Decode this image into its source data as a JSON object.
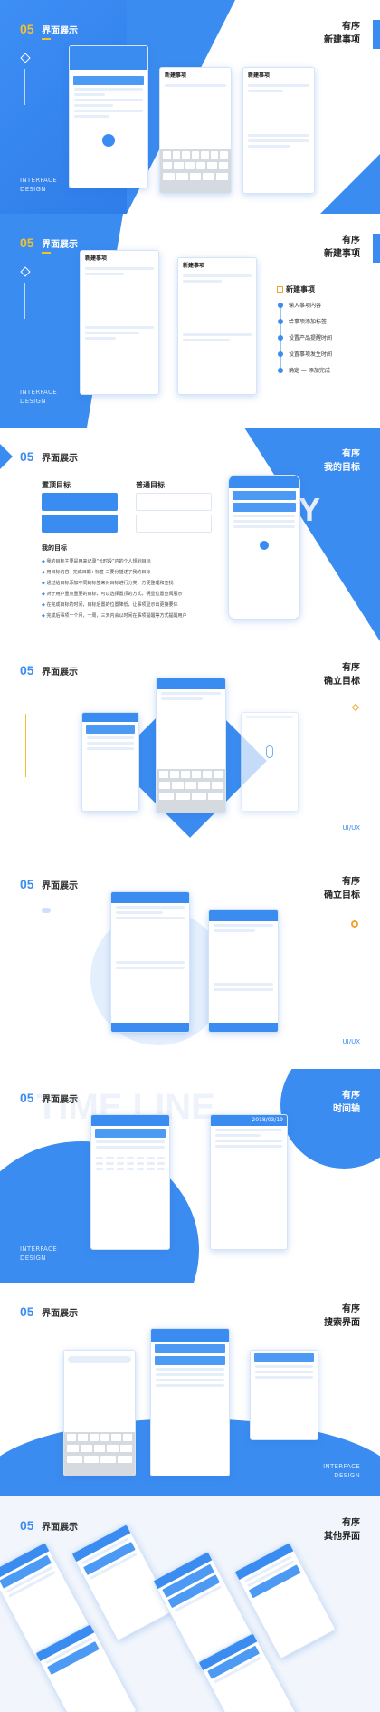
{
  "sections": [
    {
      "num": "05",
      "title": "界面展示",
      "right1": "有序",
      "right2": "新建事项",
      "iface1": "INTERFACE",
      "iface2": "DESIGN"
    },
    {
      "num": "05",
      "title": "界面展示",
      "right1": "有序",
      "right2": "新建事项",
      "iface1": "INTERFACE",
      "iface2": "DESIGN"
    },
    {
      "num": "05",
      "title": "界面展示",
      "right1": "有序",
      "right2": "我的目标",
      "iface1": "INTERFACE",
      "iface2": "DESIGN"
    },
    {
      "num": "05",
      "title": "界面展示",
      "right1": "有序",
      "right2": "确立目标",
      "tag": "UI/UX"
    },
    {
      "num": "05",
      "title": "界面展示",
      "right1": "有序",
      "right2": "确立目标",
      "tag": "UI/UX"
    },
    {
      "num": "05",
      "title": "界面展示",
      "right1": "有序",
      "right2": "时间轴",
      "iface1": "INTERFACE",
      "iface2": "DESIGN"
    },
    {
      "num": "05",
      "title": "界面展示",
      "right1": "有序",
      "right2": "搜索界面",
      "iface1": "INTERFACE",
      "iface2": "DESIGN"
    },
    {
      "num": "05",
      "title": "界面展示",
      "right1": "有序",
      "right2": "其他界面"
    }
  ],
  "new_item": {
    "screen_title": "新建事项",
    "flow_title": "新建事项",
    "flow_steps": [
      "输入事项内容",
      "给事项添加标签",
      "设置产品提醒时间",
      "设置事项发生时间",
      "确定 — 添加完成"
    ]
  },
  "goals": {
    "pinned_title": "置顶目标",
    "normal_title": "普通目标",
    "my_goal_title": "我的目标",
    "bullets": [
      "我的目标主要是用来记录“长时段”内的个人规划目标",
      "用目标内容+完成日期+标签 三要分描述了我的目标",
      "通过给目标添加不同的标签来对目标进行分类，方便整理和查找",
      "对于用户重点重要的目标，可以选择置顶的方式，明显位置查阅展示",
      "在完成目标的时间，目标后置的位置降低，让事项显示出更接要体",
      "完成后事项一个月，一周，三天内会以时间在事项提醒等方式提醒用户"
    ],
    "watermark": "MY"
  },
  "timeline": {
    "date": "2018/03/19",
    "watermark": "TIME LINE"
  }
}
